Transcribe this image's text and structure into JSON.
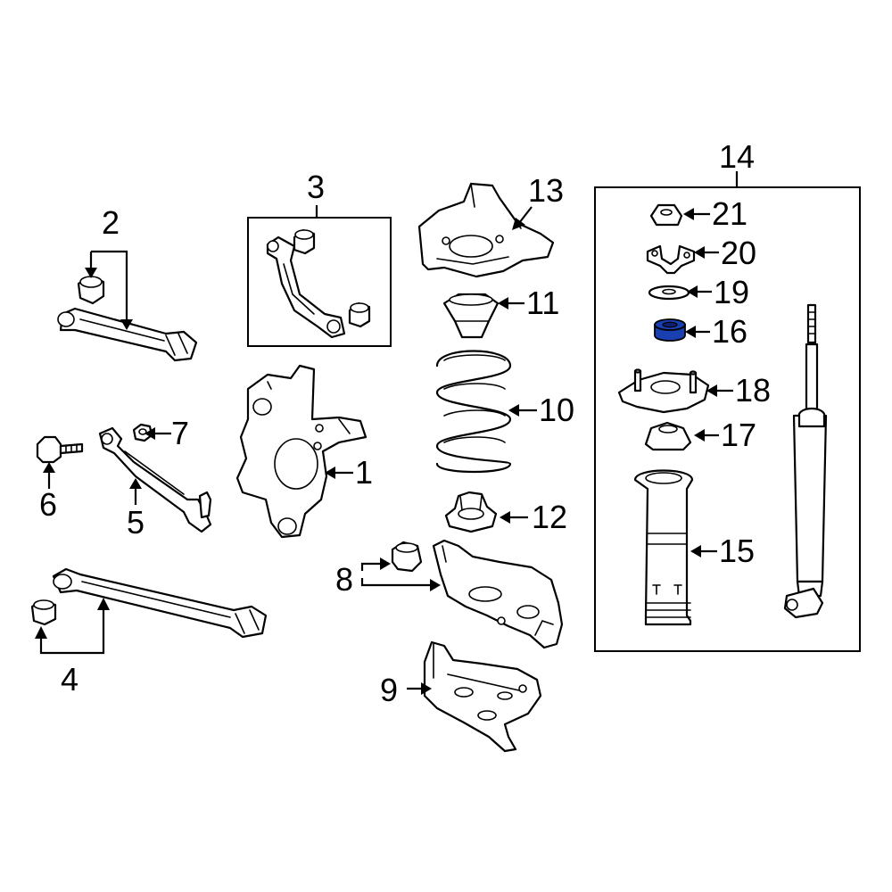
{
  "callouts": {
    "c1": "1",
    "c2": "2",
    "c3": "3",
    "c4": "4",
    "c5": "5",
    "c6": "6",
    "c7": "7",
    "c8": "8",
    "c9": "9",
    "c10": "10",
    "c11": "11",
    "c12": "12",
    "c13": "13",
    "c14": "14",
    "c15": "15",
    "c16": "16",
    "c17": "17",
    "c18": "18",
    "c19": "19",
    "c20": "20",
    "c21": "21"
  },
  "colors": {
    "line": "#000000",
    "background": "#ffffff",
    "highlight": "#1a3fb0"
  },
  "highlighted_part": "16"
}
